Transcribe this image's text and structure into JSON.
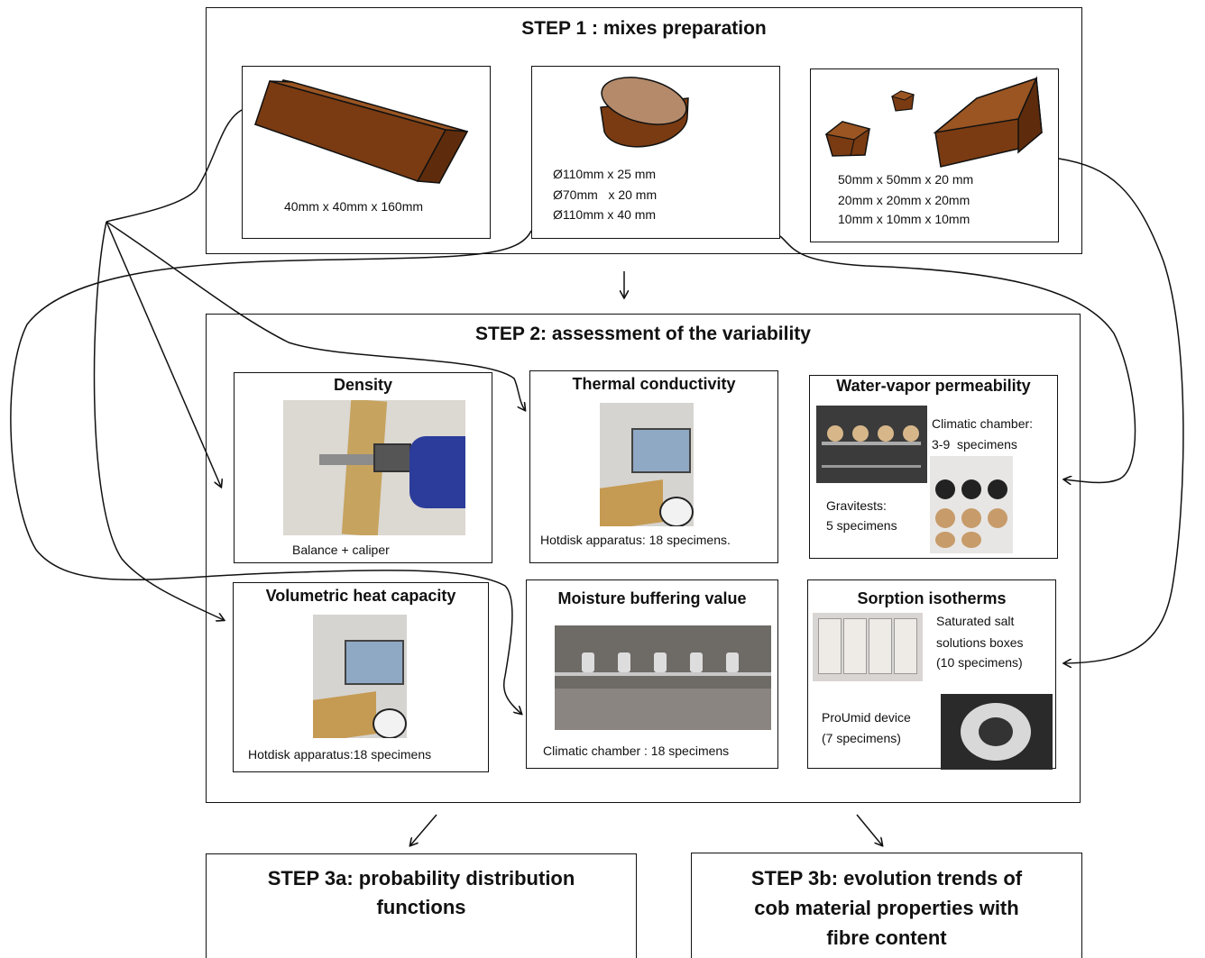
{
  "step1": {
    "title": "STEP 1 : mixes preparation",
    "prism_dims": "40mm x 40mm x 160mm",
    "disc_dims": [
      "Ø110mm x 25 mm",
      "Ø70mm   x 20 mm",
      "Ø110mm x 40 mm"
    ],
    "cube_dims": [
      "50mm x 50mm x 20 mm",
      "20mm x 20mm x 20mm",
      "10mm x 10mm x 10mm"
    ]
  },
  "step2": {
    "title": "STEP 2: assessment of the variability",
    "density": {
      "title": "Density",
      "caption": "Balance + caliper"
    },
    "thermal": {
      "title": "Thermal conductivity",
      "caption": "Hotdisk apparatus: 18 specimens."
    },
    "vapor": {
      "title": "Water-vapor permeability",
      "climatic": [
        "Climatic chamber:",
        "3-9  specimens"
      ],
      "gravi": [
        "Gravitests:",
        "5 specimens"
      ]
    },
    "heat": {
      "title": "Volumetric heat capacity",
      "caption": "Hotdisk apparatus:18 specimens"
    },
    "mbv": {
      "title": "Moisture buffering value",
      "caption": "Climatic chamber : 18 specimens"
    },
    "sorption": {
      "title": "Sorption isotherms",
      "salt": [
        "Saturated salt",
        "solutions boxes",
        "(10 specimens)"
      ],
      "proumid": [
        "ProUmid device",
        "(7 specimens)"
      ]
    }
  },
  "step3a": {
    "title": [
      "STEP 3a: probability distribution",
      "functions"
    ]
  },
  "step3b": {
    "title": [
      "STEP 3b: evolution trends of",
      "cob material properties with",
      "fibre content"
    ]
  },
  "colors": {
    "earth": "#7a3b12",
    "earth_top": "#9a5522",
    "line": "#111111"
  }
}
